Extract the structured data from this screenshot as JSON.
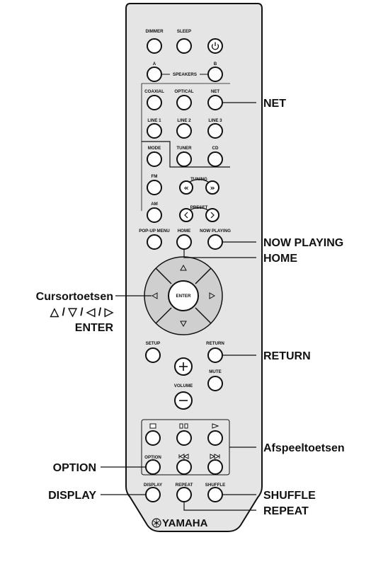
{
  "remote": {
    "buttons": {
      "dimmer": "DIMMER",
      "sleep": "SLEEP",
      "speakers_a": "A",
      "speakers_b": "B",
      "speakers": "SPEAKERS",
      "coaxial": "COAXIAL",
      "optical": "OPTICAL",
      "net": "NET",
      "line1": "LINE 1",
      "line2": "LINE 2",
      "line3": "LINE 3",
      "mode": "MODE",
      "tuner": "TUNER",
      "cd": "CD",
      "fm": "FM",
      "am": "AM",
      "tuning": "TUNING",
      "preset": "PRESET",
      "popup_menu": "POP-UP MENU",
      "home": "HOME",
      "now_playing": "NOW PLAYING",
      "enter": "ENTER",
      "setup": "SETUP",
      "return": "RETURN",
      "mute": "MUTE",
      "volume": "VOLUME",
      "option": "OPTION",
      "display": "DISPLAY",
      "repeat": "REPEAT",
      "shuffle": "SHUFFLE"
    },
    "brand": "YAMAHA"
  },
  "callouts": {
    "net": "NET",
    "now_playing": "NOW PLAYING",
    "home": "HOME",
    "cursor_title": "Cursortoetsen",
    "cursor_symbols": "△ / ▽ / ◁ / ▷",
    "enter": "ENTER",
    "return": "RETURN",
    "playback": "Afspeeltoetsen",
    "option": "OPTION",
    "display": "DISPLAY",
    "shuffle": "SHUFFLE",
    "repeat": "REPEAT"
  }
}
